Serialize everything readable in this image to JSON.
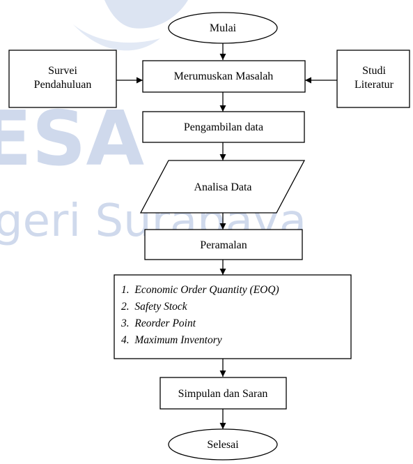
{
  "watermark": {
    "logo": "unesa-logo",
    "line1": "ESA",
    "line2": "geri Surabaya"
  },
  "nodes": {
    "start": "Mulai",
    "survey": [
      "Survei",
      "Pendahuluan"
    ],
    "formulate": "Merumuskan Masalah",
    "literature": [
      "Studi",
      "Literatur"
    ],
    "collect": "Pengambilan data",
    "analyze": "Analisa Data",
    "forecast": "Peramalan",
    "methods": [
      "1.  Economic Order Quantity (EOQ)",
      "2.  Safety Stock",
      "3.  Reorder Point",
      "4.  Maximum Inventory"
    ],
    "conclusion": "Simpulan dan Saran",
    "end": "Selesai"
  },
  "colors": {
    "stroke": "#000000",
    "fill": "#ffffff",
    "watermark": "#cfd9ec"
  }
}
